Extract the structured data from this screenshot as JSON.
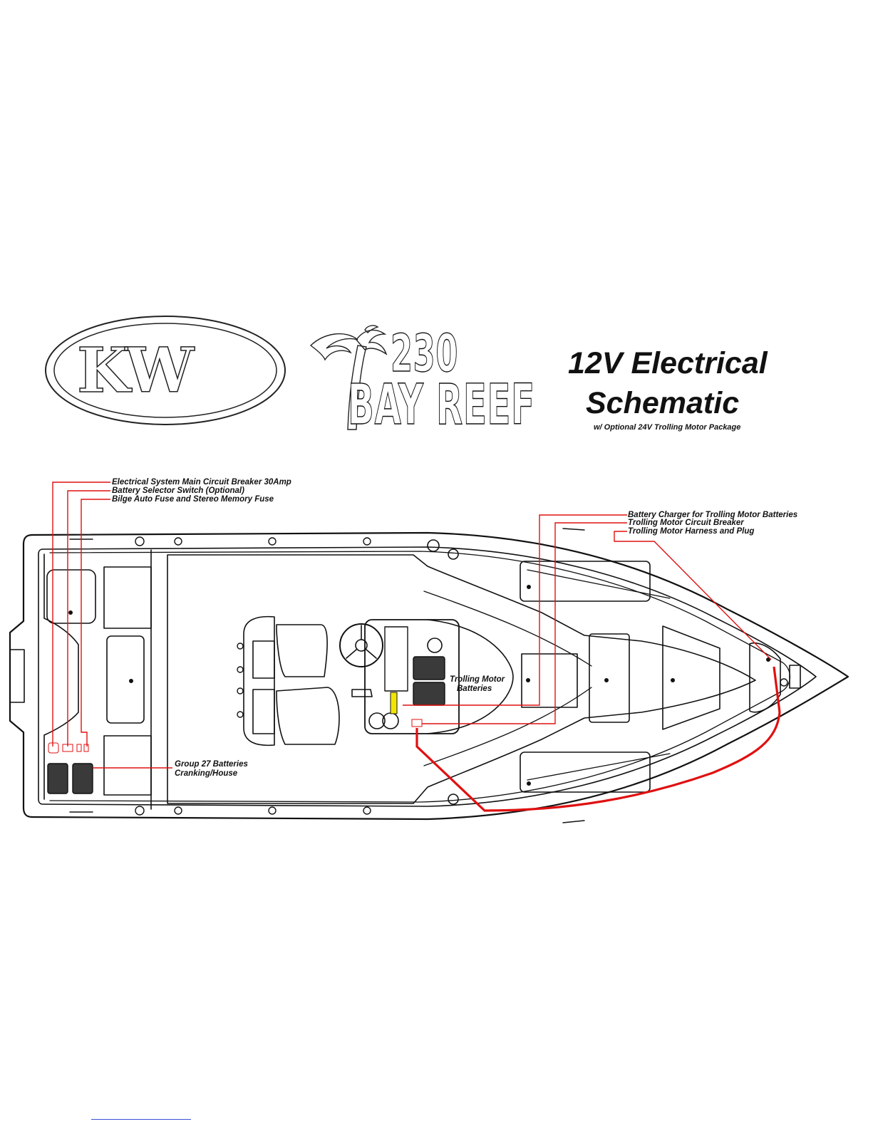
{
  "logo": {
    "brand_text": "KW"
  },
  "model": {
    "number": "230",
    "name": "BAY REEF"
  },
  "title": {
    "line1": "12V Electrical",
    "line2": "Schematic",
    "subtitle": "w/ Optional 24V Trolling Motor Package"
  },
  "callouts": {
    "main_breaker": "Electrical System Main Circuit Breaker 30Amp",
    "battery_selector": "Battery Selector Switch (Optional)",
    "bilge_fuse": "Bilge Auto Fuse and Stereo Memory Fuse",
    "charger": "Battery Charger for Trolling Motor Batteries",
    "tm_breaker": "Trolling Motor Circuit Breaker",
    "tm_harness": "Trolling Motor Harness and Plug",
    "tm_batteries_line1": "Trolling Motor",
    "tm_batteries_line2": "Batteries",
    "group27_line1": "Group 27 Batteries",
    "group27_line2": "Cranking/House"
  },
  "colors": {
    "wire_red": "#e01010",
    "outline": "#111111",
    "battery_fill": "#3a3a3a",
    "fuse_yellow": "#f2e600",
    "link_blue": "#3a4fd6"
  }
}
